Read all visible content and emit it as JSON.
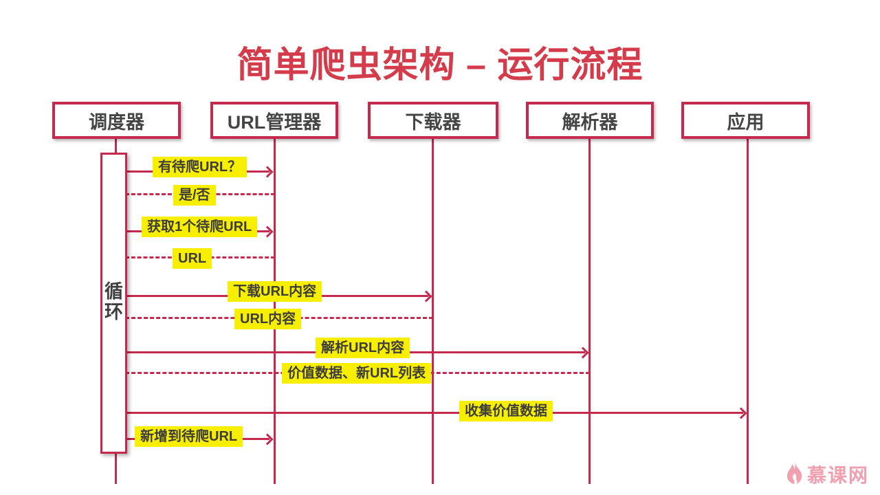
{
  "title": "简单爬虫架构 – 运行流程",
  "actors": [
    {
      "label": "调度器"
    },
    {
      "label": "URL管理器"
    },
    {
      "label": "下载器"
    },
    {
      "label": "解析器"
    },
    {
      "label": "应用"
    }
  ],
  "loop_label": "循环",
  "messages": [
    {
      "text": "有待爬URL？",
      "type": "request",
      "from": "调度器",
      "to": "URL管理器"
    },
    {
      "text": "是/否",
      "type": "response",
      "from": "URL管理器",
      "to": "调度器"
    },
    {
      "text": "获取1个待爬URL",
      "type": "request",
      "from": "调度器",
      "to": "URL管理器"
    },
    {
      "text": "URL",
      "type": "response",
      "from": "URL管理器",
      "to": "调度器"
    },
    {
      "text": "下载URL内容",
      "type": "request",
      "from": "调度器",
      "to": "下载器"
    },
    {
      "text": "URL内容",
      "type": "response",
      "from": "下载器",
      "to": "调度器"
    },
    {
      "text": "解析URL内容",
      "type": "request",
      "from": "调度器",
      "to": "解析器"
    },
    {
      "text": "价值数据、新URL列表",
      "type": "response",
      "from": "解析器",
      "to": "调度器"
    },
    {
      "text": "收集价值数据",
      "type": "request",
      "from": "调度器",
      "to": "应用"
    },
    {
      "text": "新增到待爬URL",
      "type": "request",
      "from": "调度器",
      "to": "URL管理器"
    }
  ],
  "logo": {
    "text": "慕课网",
    "icon": "flame-icon"
  },
  "colors": {
    "accent": "#c5294d",
    "title": "#d43c4b",
    "highlight": "#f8ee00",
    "text": "#3c3c3c",
    "logo": "#f1a0af"
  }
}
